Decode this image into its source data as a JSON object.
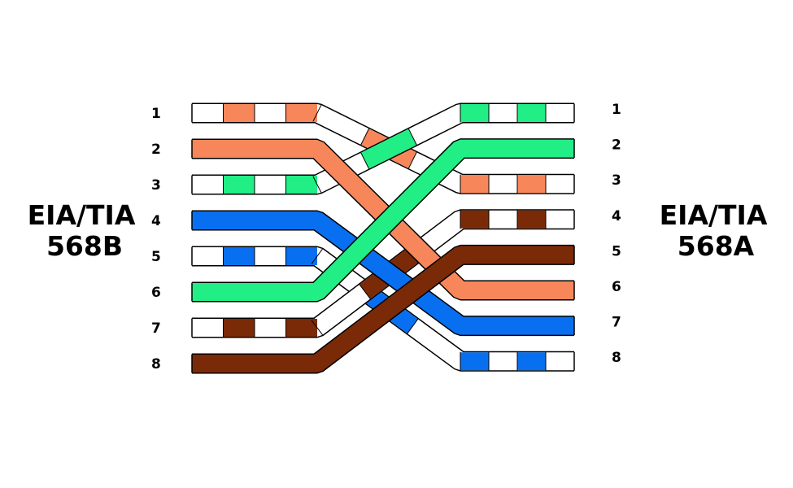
{
  "left_label": {
    "line1": "EIA/TIA",
    "line2": "568B"
  },
  "right_label": {
    "line1": "EIA/TIA",
    "line2": "568A"
  },
  "colors": {
    "orange": "#F7875A",
    "green": "#21EE84",
    "blue": "#0870F0",
    "brown": "#7B2A08",
    "stripe_base": "#FFFFFF",
    "outline": "#000000"
  },
  "left_pins": [
    "1",
    "2",
    "3",
    "4",
    "5",
    "6",
    "7",
    "8"
  ],
  "right_pins": [
    "1",
    "2",
    "3",
    "4",
    "5",
    "6",
    "7",
    "8"
  ],
  "wires": [
    {
      "name": "white-orange",
      "color": "orange",
      "striped": true,
      "left_pin": 1,
      "right_pin": 3
    },
    {
      "name": "orange",
      "color": "orange",
      "striped": false,
      "left_pin": 2,
      "right_pin": 6
    },
    {
      "name": "white-green",
      "color": "green",
      "striped": true,
      "left_pin": 3,
      "right_pin": 1
    },
    {
      "name": "blue",
      "color": "blue",
      "striped": false,
      "left_pin": 4,
      "right_pin": 7
    },
    {
      "name": "white-blue",
      "color": "blue",
      "striped": true,
      "left_pin": 5,
      "right_pin": 8
    },
    {
      "name": "green",
      "color": "green",
      "striped": false,
      "left_pin": 6,
      "right_pin": 2
    },
    {
      "name": "white-brown",
      "color": "brown",
      "striped": true,
      "left_pin": 7,
      "right_pin": 4
    },
    {
      "name": "brown",
      "color": "brown",
      "striped": false,
      "left_pin": 8,
      "right_pin": 5
    }
  ]
}
